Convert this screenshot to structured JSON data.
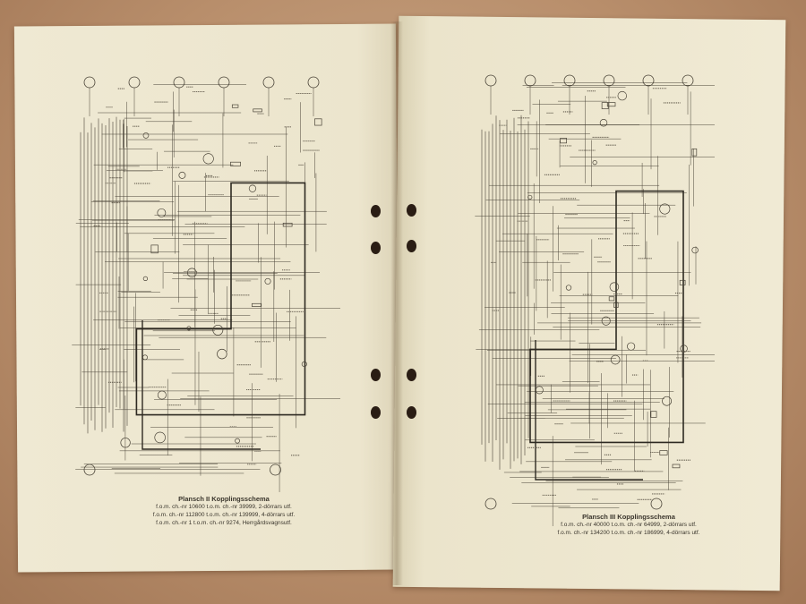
{
  "left_page": {
    "plate_title": "Plansch II  Kopplingsschema",
    "plate_lines": [
      "f.o.m. ch.-nr 10600 t.o.m. ch.-nr 39999, 2-dörrars utf.",
      "f.o.m. ch.-nr 112800 t.o.m. ch.-nr 139999, 4-dörrars utf.",
      "f.o.m. ch.-nr 1 t.o.m. ch.-nr 9274, Herrgårdsvagnsutf."
    ]
  },
  "right_page": {
    "plate_title": "Plansch III  Kopplingsschema",
    "plate_lines": [
      "f.o.m. ch.-nr 40000 t.o.m. ch.-nr 64999, 2-dörrars utf.",
      "f.o.m. ch.-nr 134200 t.o.m. ch.-nr 186999, 4-dörrars utf."
    ]
  },
  "colors": {
    "table": "#b98f6c",
    "paper": "#efe9d2",
    "ink": "#3a352c"
  }
}
